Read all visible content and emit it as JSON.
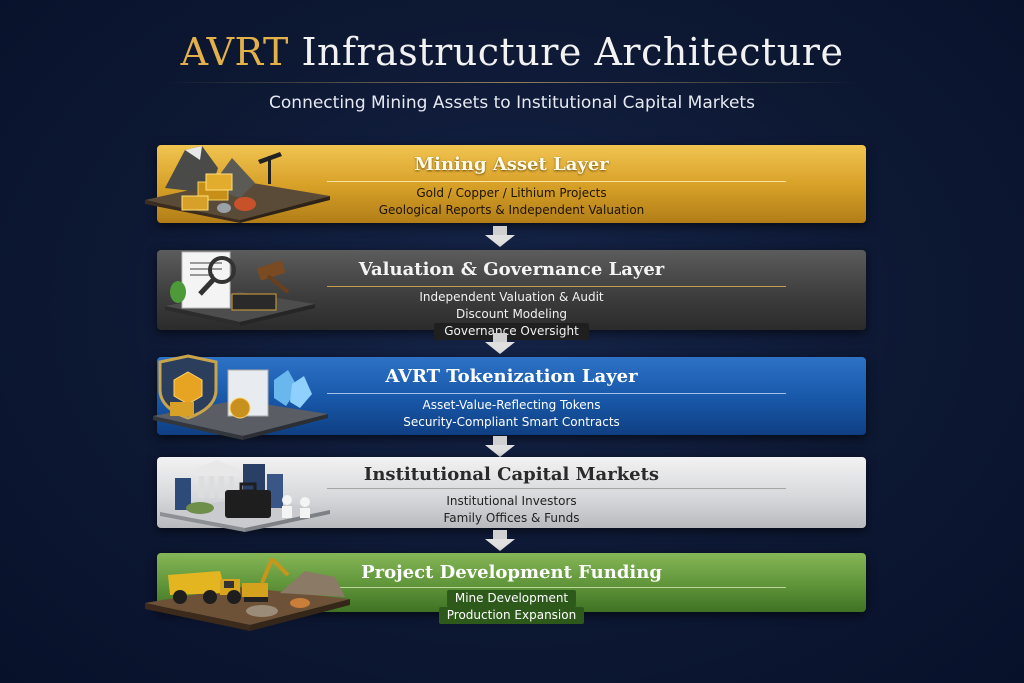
{
  "header": {
    "title_brand": "AVRT",
    "title_rest": "Infrastructure Architecture",
    "subtitle": "Connecting Mining Assets to Institutional Capital Markets"
  },
  "layers": [
    {
      "title": "Mining Asset Layer",
      "lines": [
        "Gold / Copper / Lithium Projects",
        "Geological Reports & Independent Valuation"
      ],
      "color": "#d9a229",
      "icon": "mining-ore-icon"
    },
    {
      "title": "Valuation & Governance Layer",
      "lines": [
        "Independent Valuation & Audit",
        "Discount Modeling",
        "Governance Oversight"
      ],
      "color": "#3e3e3e",
      "icon": "gavel-document-icon"
    },
    {
      "title": "AVRT Tokenization Layer",
      "lines": [
        "Asset-Value-Reflecting Tokens",
        "Security-Compliant Smart Contracts"
      ],
      "color": "#1857a8",
      "icon": "shield-token-icon"
    },
    {
      "title": "Institutional Capital Markets",
      "lines": [
        "Institutional Investors",
        "Family Offices & Funds"
      ],
      "color": "#d8d9dc",
      "icon": "bank-briefcase-icon"
    },
    {
      "title": "Project Development Funding",
      "lines": [
        "Mine Development",
        "Production Expansion"
      ],
      "color": "#5f9439",
      "icon": "dump-truck-excavator-icon"
    }
  ]
}
